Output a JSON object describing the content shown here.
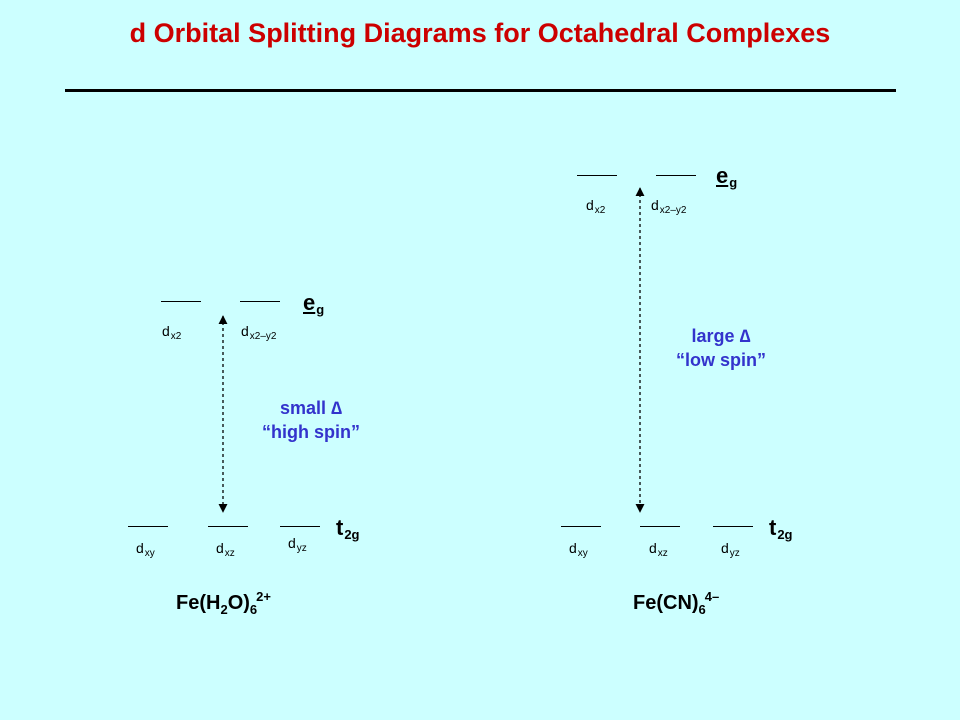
{
  "title": "d Orbital Splitting Diagrams for Octahedral Complexes",
  "left": {
    "eg_label": "e",
    "eg_sub": "g",
    "t2g_label": "t",
    "t2g_sub": "2g",
    "orb_dz2": {
      "base": "d",
      "sub": "x2"
    },
    "orb_dx2y2": {
      "base": "d",
      "sub": "x2–y2"
    },
    "orb_dxy": {
      "base": "d",
      "sub": "xy"
    },
    "orb_dxz": {
      "base": "d",
      "sub": "xz"
    },
    "orb_dyz": {
      "base": "d",
      "sub": "yz"
    },
    "delta_line1": "small ∆",
    "delta_line2": "“high spin”",
    "formula": {
      "main": "Fe(H",
      "sub1": "2",
      "mid": "O)",
      "sub2": "6",
      "sup": "2+"
    }
  },
  "right": {
    "eg_label": "e",
    "eg_sub": "g",
    "t2g_label": "t",
    "t2g_sub": "2g",
    "orb_dz2": {
      "base": "d",
      "sub": "x2"
    },
    "orb_dx2y2": {
      "base": "d",
      "sub": "x2–y2"
    },
    "orb_dxy": {
      "base": "d",
      "sub": "xy"
    },
    "orb_dxz": {
      "base": "d",
      "sub": "xz"
    },
    "orb_dyz": {
      "base": "d",
      "sub": "yz"
    },
    "delta_line1": "large ∆",
    "delta_line2": "“low spin”",
    "formula": {
      "main": "Fe(CN)",
      "sub1": "6",
      "sup": "4–"
    }
  },
  "colors": {
    "background": "#ccffff",
    "title": "#cc0000",
    "annotation": "#3333cc"
  }
}
